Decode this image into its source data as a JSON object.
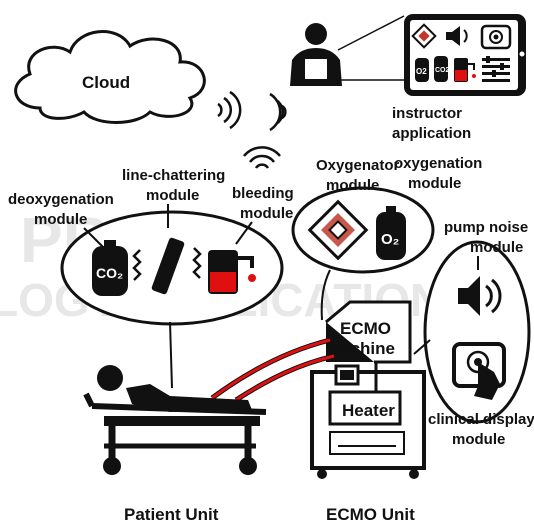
{
  "watermark": {
    "top": "PRESS",
    "bottom": "LOGY PUBLICATIONS"
  },
  "cloud_label": "Cloud",
  "instructor": {
    "label_line1": "instructor",
    "label_line2": "application",
    "tablet_icons": [
      "module-icon",
      "speaker-icon",
      "touch-icon",
      "o2-icon",
      "co2-icon",
      "bleeding-icon",
      "slider-icon"
    ],
    "o2_text": "O2",
    "co2_text": "CO2"
  },
  "patient_modules": {
    "deoxygenation": {
      "line1": "deoxygenation",
      "line2": "module",
      "icon_text": "CO₂"
    },
    "line_chattering": {
      "line1": "line-chattering",
      "line2": "module"
    },
    "bleeding": {
      "line1": "bleeding",
      "line2": "module"
    }
  },
  "ecmo_modules": {
    "oxygenator": {
      "line1": "Oxygenator",
      "line2": "module"
    },
    "oxygenation": {
      "line1": "oxygenation",
      "line2": "module",
      "icon_text": "O₂"
    }
  },
  "side_modules": {
    "pump_noise": {
      "line1": "pump noise",
      "line2": "module"
    },
    "clinical_display": {
      "line1": "clinical display",
      "line2": "module"
    }
  },
  "ecmo_machine": {
    "line1": "ECMO",
    "line2": "machine",
    "heater": "Heater"
  },
  "units": {
    "patient": "Patient Unit",
    "ecmo": "ECMO Unit"
  },
  "colors": {
    "blood": "#e01010",
    "outline": "#111111",
    "watermark": "#d4d4d4"
  }
}
